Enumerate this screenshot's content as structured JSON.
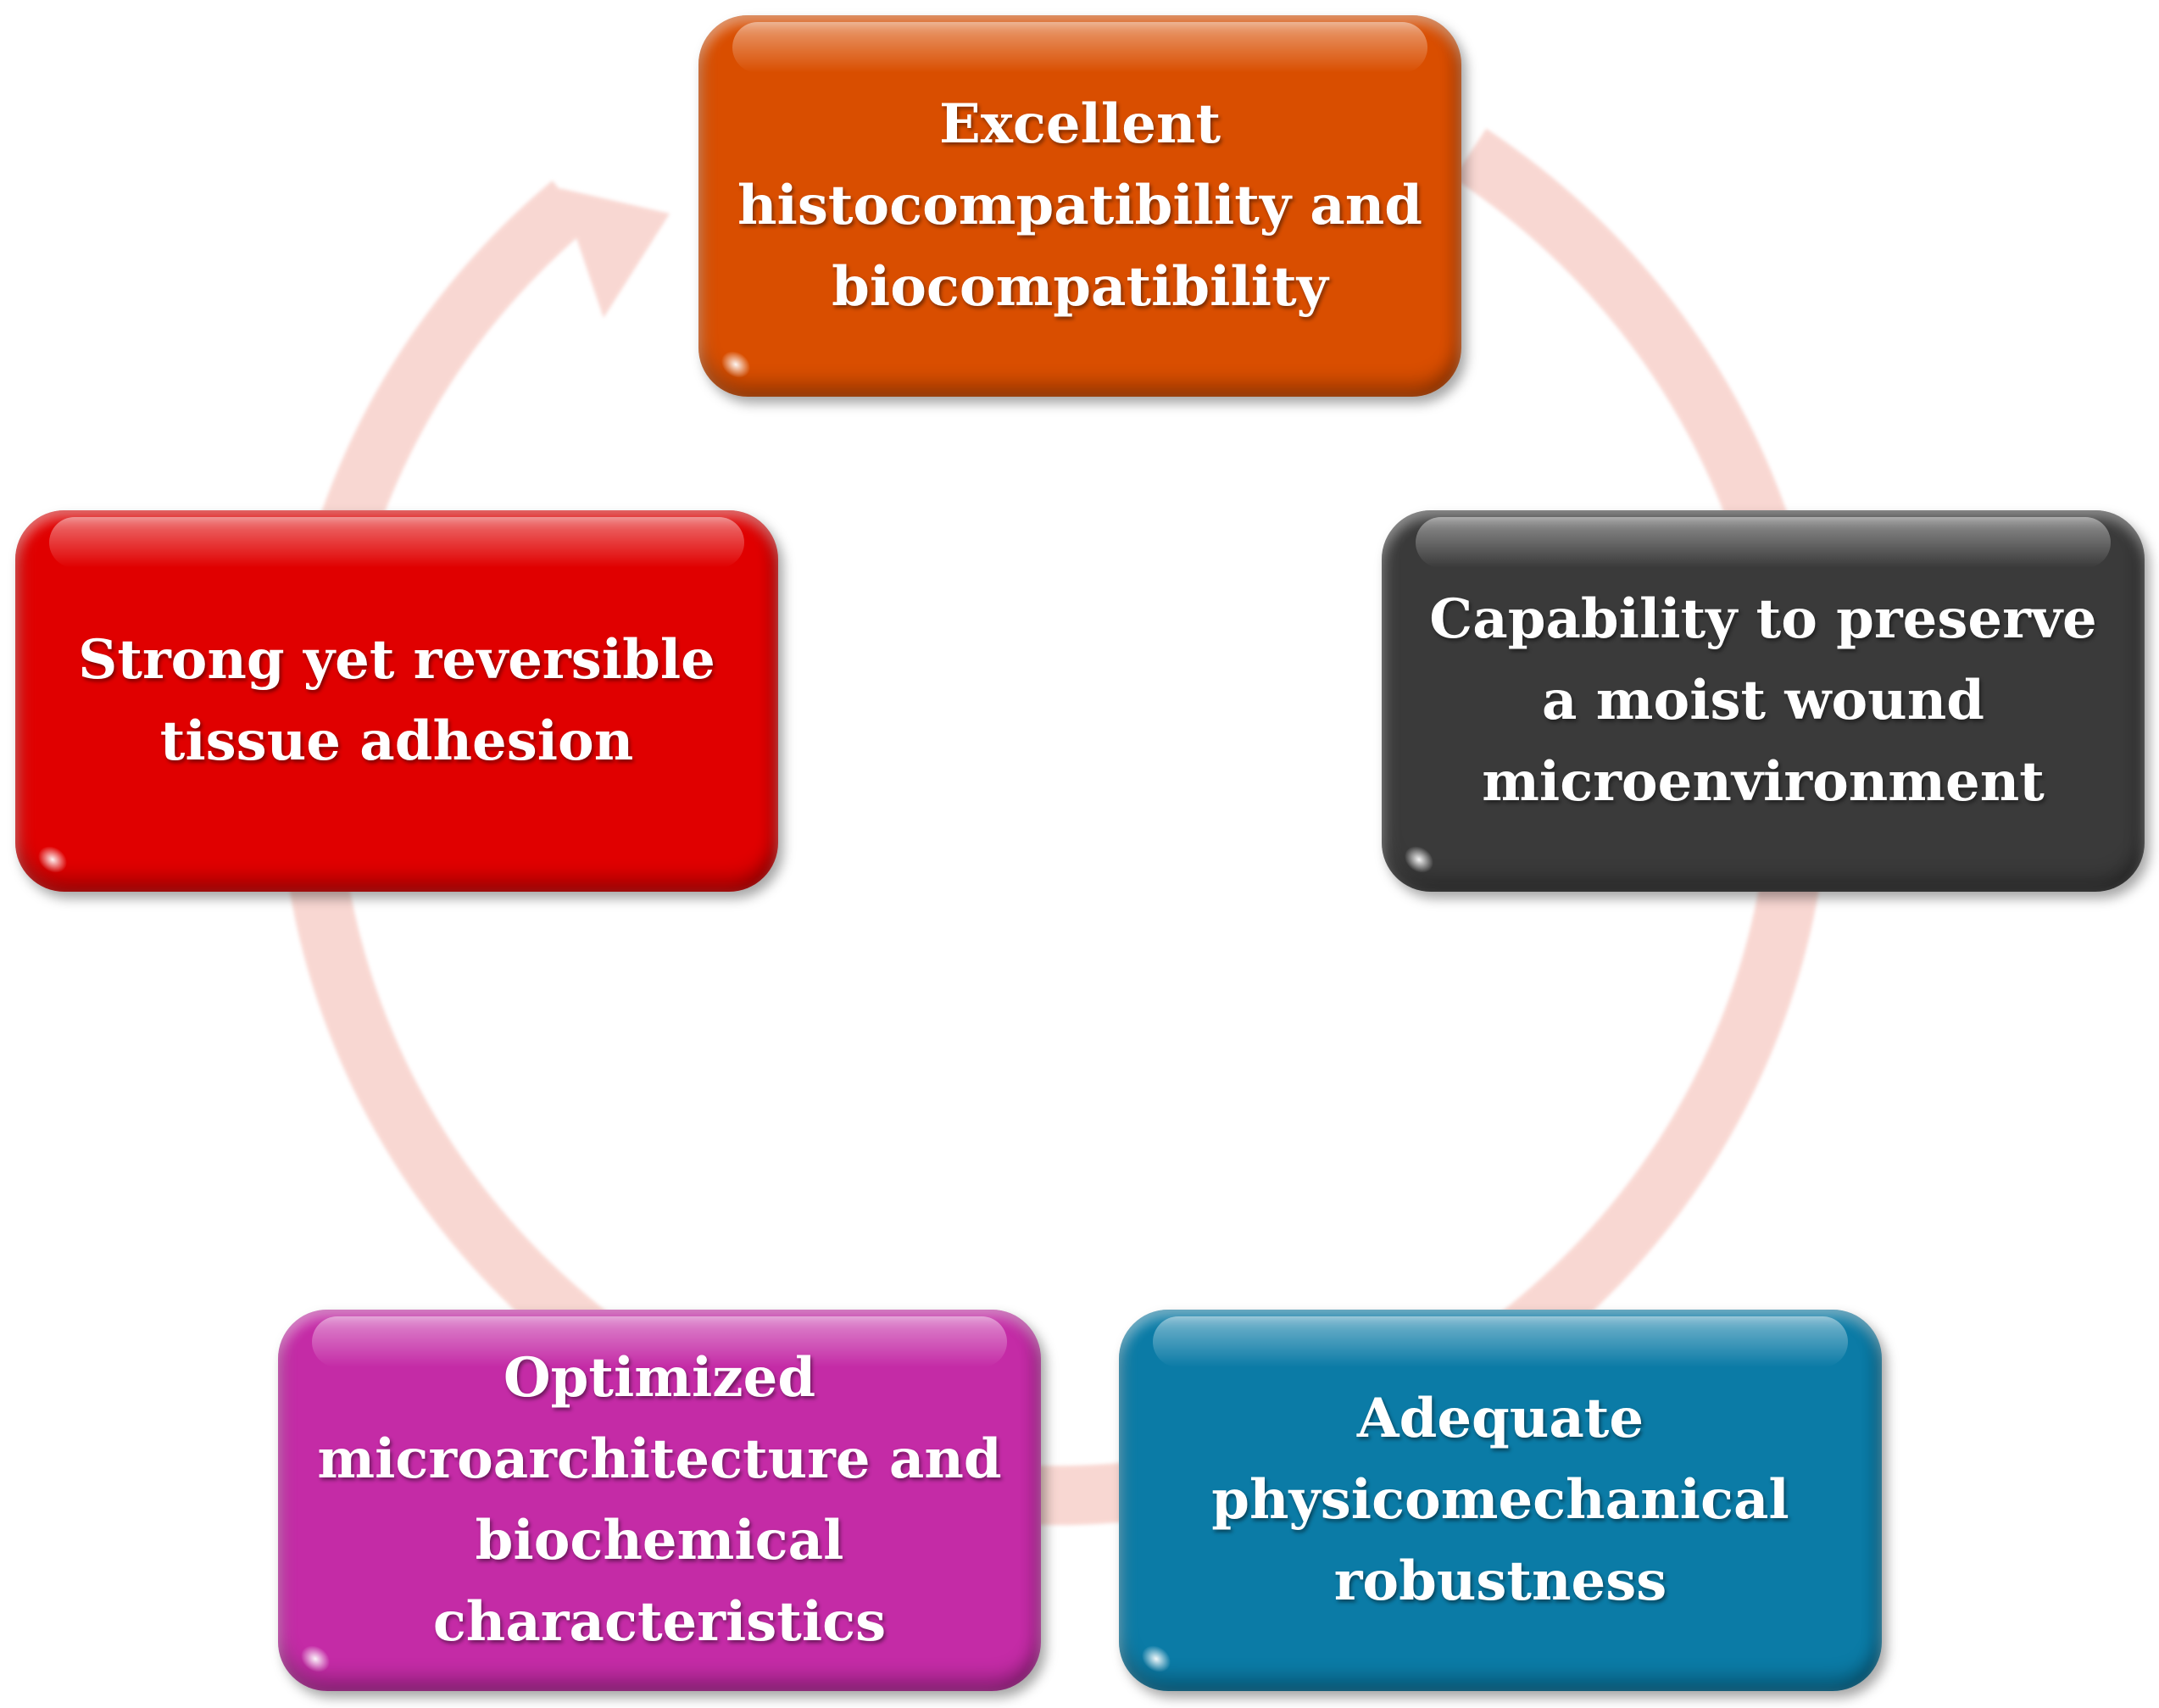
{
  "nodes": [
    {
      "label": "Excellent histocompatibility and biocompatibility",
      "color": "#D94E00"
    },
    {
      "label": "Capability to preserve a moist wound microenvironment",
      "color": "#3A3A3A"
    },
    {
      "label": "Adequate physicomechanical robustness",
      "color": "#0B7BA6"
    },
    {
      "label": "Optimized microarchitecture and biochemical characteristics",
      "color": "#C42BA6"
    },
    {
      "label": "Strong yet reversible tissue adhesion",
      "color": "#E00000"
    }
  ],
  "ring": {
    "color": "#F4B8AE"
  }
}
